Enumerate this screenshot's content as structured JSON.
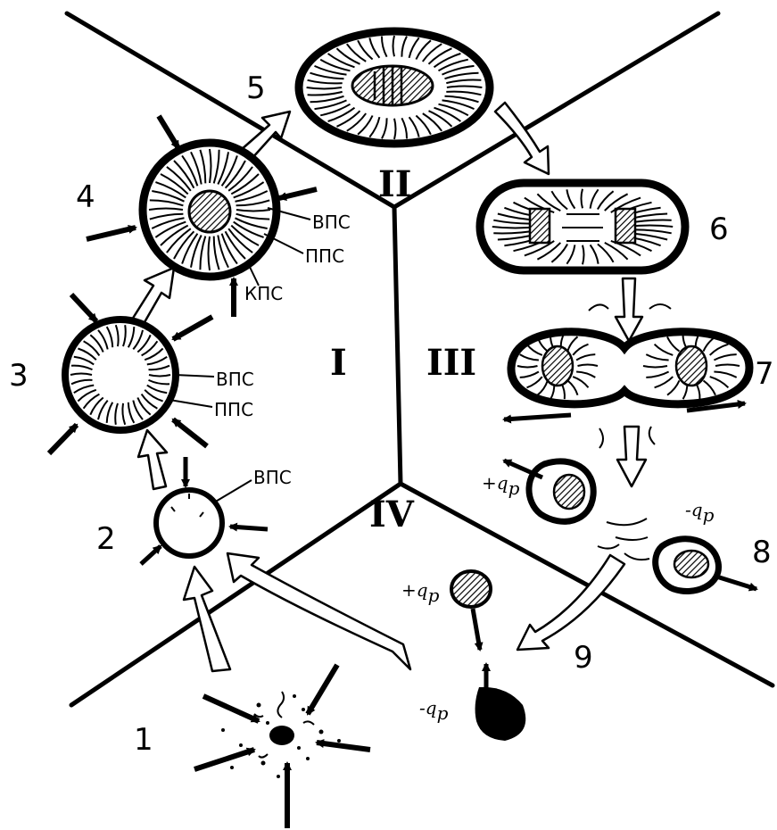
{
  "diagram": {
    "stage_numbers": [
      "1",
      "2",
      "3",
      "4",
      "5",
      "6",
      "7",
      "8",
      "9"
    ],
    "sectors": [
      "I",
      "II",
      "III",
      "IV"
    ],
    "labels": {
      "vps_2": "ВПС",
      "vps_3": "ВПС",
      "pps_3": "ППС",
      "vps_4": "ВПС",
      "pps_4": "ППС",
      "kps_4": "КПС"
    },
    "charges": {
      "q8_left": "+q",
      "q8_right": "-q",
      "q9_plus": "+q",
      "q9_minus": "-q",
      "p": "p"
    }
  }
}
